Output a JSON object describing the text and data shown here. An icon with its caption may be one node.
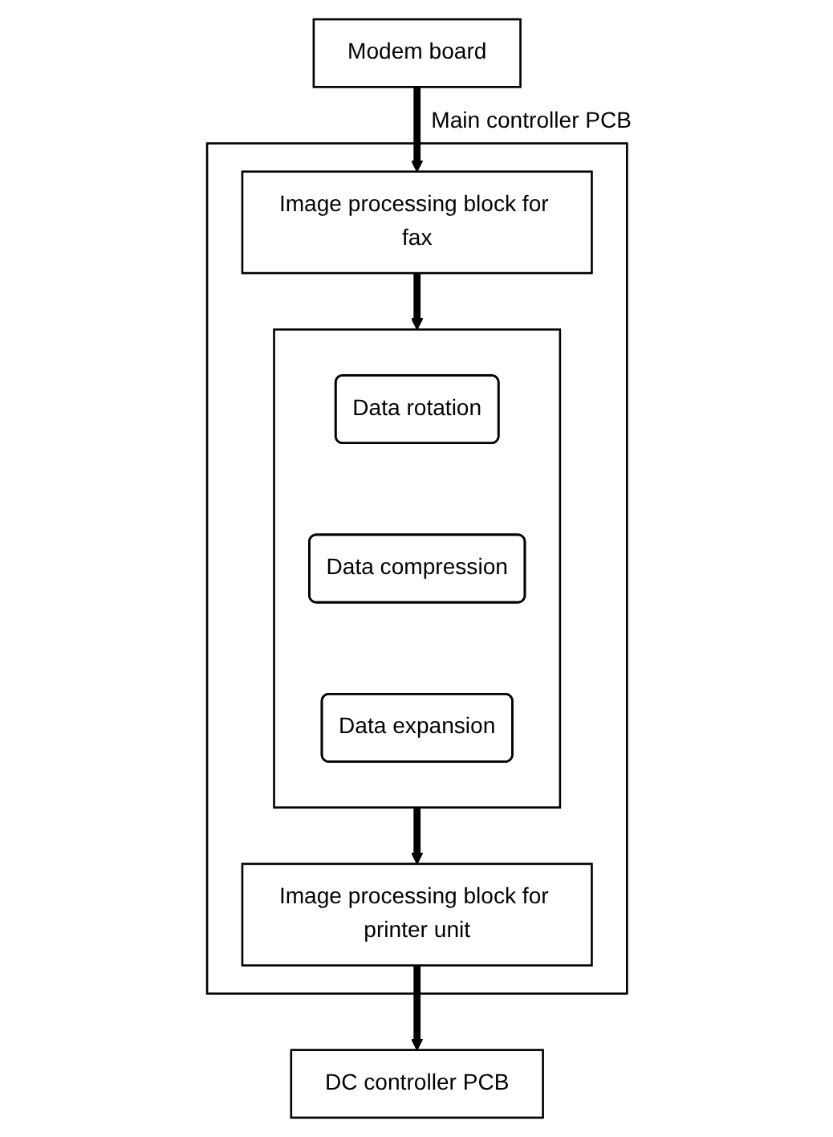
{
  "diagram": {
    "nodes": [
      {
        "text": [
          "Modem board"
        ]
      },
      {
        "text": [
          "Main controller PCB"
        ]
      },
      {
        "text": [
          "Image processing block for fax"
        ],
        "in": 1
      },
      {
        "text": [],
        "shape": "box",
        "in": 1
      },
      {
        "text": [
          "Data rotation"
        ],
        "in": 3
      },
      {
        "text": [
          "Data compression"
        ],
        "in": 3
      },
      {
        "text": [
          "Data expansion"
        ],
        "in": 3
      },
      {
        "text": [
          "Image processing block for printer unit"
        ],
        "in": 1
      },
      {
        "text": [
          "DC controller PCB"
        ]
      }
    ],
    "edges": [
      {
        "from": 0,
        "to": 2,
        "arrow": "to"
      },
      {
        "from": 2,
        "to": 3,
        "arrow": "to"
      },
      {
        "from": 3,
        "to": 7,
        "arrow": "to"
      },
      {
        "from": 7,
        "to": 8,
        "arrow": "to"
      }
    ]
  }
}
